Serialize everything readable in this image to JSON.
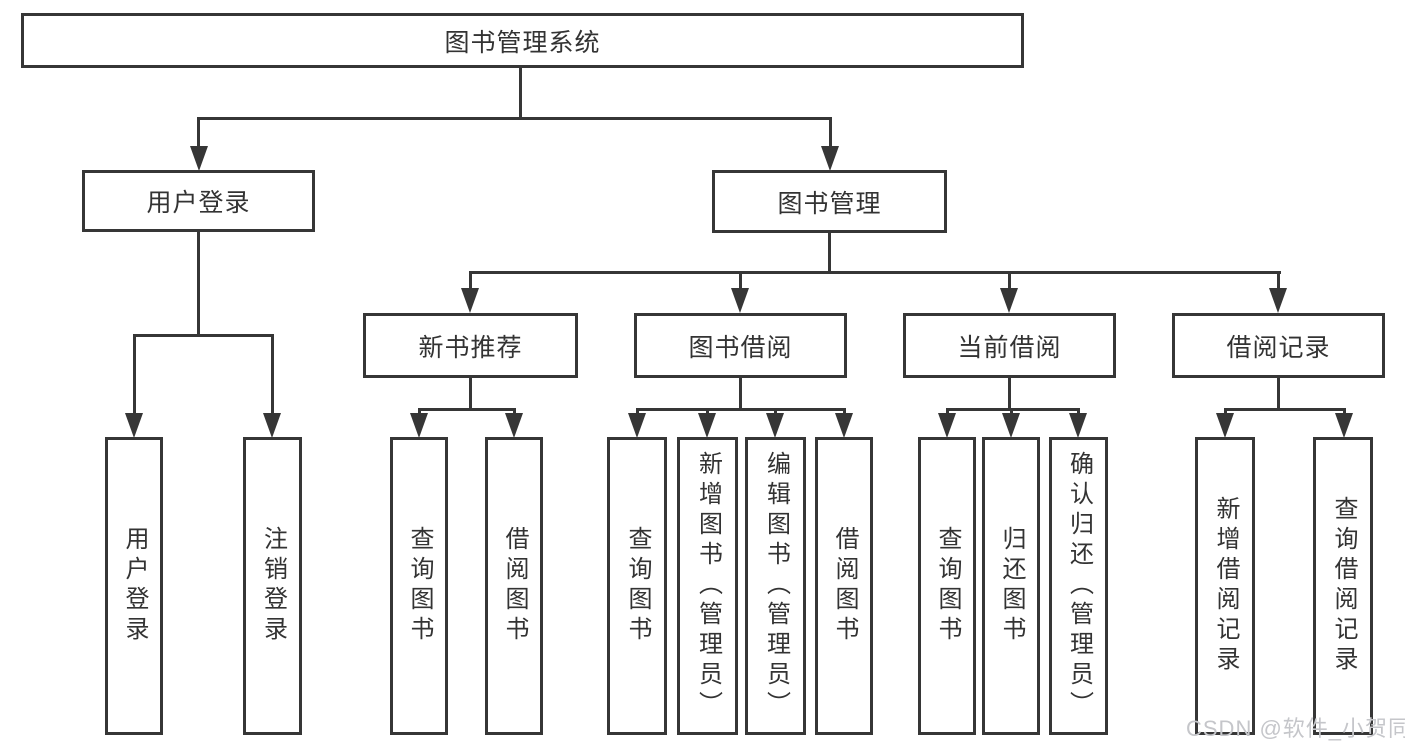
{
  "diagram": {
    "tree": {
      "label": "图书管理系统",
      "children": [
        {
          "label": "用户登录",
          "children": [
            {
              "label": "用户登录"
            },
            {
              "label": "注销登录"
            }
          ]
        },
        {
          "label": "图书管理",
          "children": [
            {
              "label": "新书推荐",
              "children": [
                {
                  "label": "查询图书"
                },
                {
                  "label": "借阅图书"
                }
              ]
            },
            {
              "label": "图书借阅",
              "children": [
                {
                  "label": "查询图书"
                },
                {
                  "label": "新增图书（管理员）"
                },
                {
                  "label": "编辑图书（管理员）"
                },
                {
                  "label": "借阅图书"
                }
              ]
            },
            {
              "label": "当前借阅",
              "children": [
                {
                  "label": "查询图书"
                },
                {
                  "label": "归还图书"
                },
                {
                  "label": "确认归还（管理员）"
                }
              ]
            },
            {
              "label": "借阅记录",
              "children": [
                {
                  "label": "新增借阅记录"
                },
                {
                  "label": "查询借阅记录"
                }
              ]
            }
          ]
        }
      ]
    }
  },
  "watermark": {
    "text": "CSDN @软件_小贺同学"
  },
  "colors": {
    "line": "#363636",
    "box_border": "#363636",
    "box_background": "#ffffff",
    "text": "#333333",
    "watermark": "#c5c6ca",
    "page_background": "#ffffff"
  }
}
